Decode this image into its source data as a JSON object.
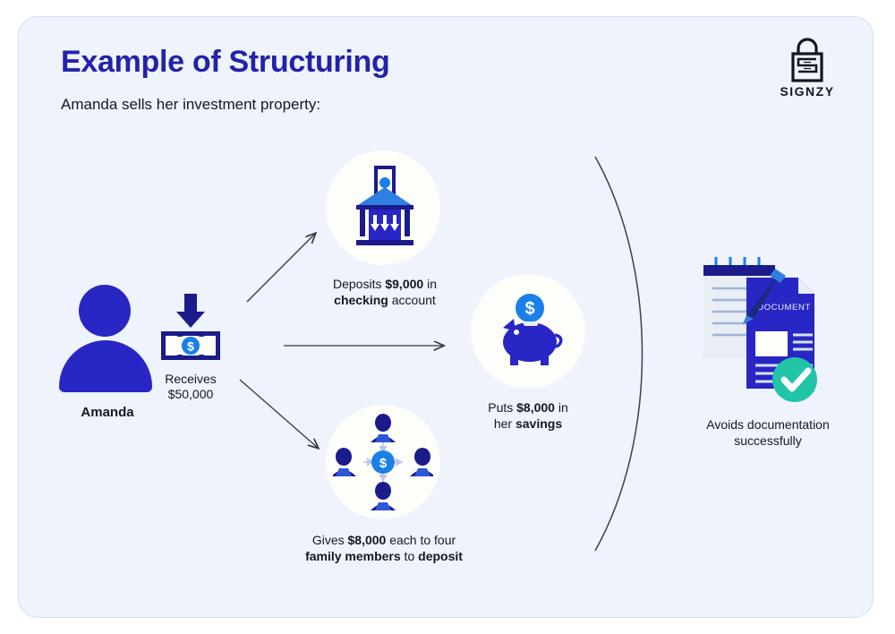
{
  "header": {
    "title": "Example of Structuring",
    "subtitle": "Amanda sells her investment property:",
    "title_color": "#2222aa",
    "brand": {
      "name": "SIGNZY",
      "icon": "padlock-maze-icon"
    }
  },
  "theme": {
    "card_background": "#eef3fc",
    "card_border": "#cfe0f5",
    "primary_blue": "#2826c4",
    "accent_blue": "#1a7fe8",
    "dark_navy": "#1b1b8c",
    "check_teal": "#22c4a8",
    "text_dark": "#15181f",
    "circle_fill": "#fdfdfa",
    "arrow_stroke": "#333a45"
  },
  "actor": {
    "name": "Amanda",
    "avatar_icon": "person-avatar-icon"
  },
  "receipt": {
    "icon": "banknote-dollar-icon",
    "arrow_icon": "arrow-down-icon",
    "line1": "Receives",
    "line2": "$50,000",
    "amount": "$50,000"
  },
  "steps": [
    {
      "id": "checking-deposit",
      "icon": "bank-deposit-icon",
      "caption_parts": [
        {
          "text": "Deposits ",
          "bold": false
        },
        {
          "text": "$9,000",
          "bold": true
        },
        {
          "text": " in",
          "bold": false
        },
        {
          "text": "\n",
          "bold": false
        },
        {
          "text": "checking",
          "bold": true
        },
        {
          "text": " account",
          "bold": false
        }
      ],
      "caption_plain": "Deposits $9,000 in checking account",
      "amount": "$9,000"
    },
    {
      "id": "savings-deposit",
      "icon": "piggy-bank-icon",
      "caption_parts": [
        {
          "text": "Puts ",
          "bold": false
        },
        {
          "text": "$8,000",
          "bold": true
        },
        {
          "text": " in",
          "bold": false
        },
        {
          "text": "\n",
          "bold": false
        },
        {
          "text": "her ",
          "bold": false
        },
        {
          "text": "savings",
          "bold": true
        }
      ],
      "caption_plain": "Puts $8,000 in her savings",
      "amount": "$8,000"
    },
    {
      "id": "family-deposit",
      "icon": "family-network-dollar-icon",
      "caption_parts": [
        {
          "text": "Gives ",
          "bold": false
        },
        {
          "text": "$8,000",
          "bold": true
        },
        {
          "text": " each to four",
          "bold": false
        },
        {
          "text": "\n",
          "bold": false
        },
        {
          "text": "family members",
          "bold": true
        },
        {
          "text": " to ",
          "bold": false
        },
        {
          "text": "deposit",
          "bold": true
        }
      ],
      "caption_plain": "Gives $8,000 each to four family members to deposit",
      "amount": "$8,000"
    }
  ],
  "outcome": {
    "id": "avoids-documentation",
    "icon": "document-check-icon",
    "document_label": "DOCUMENT",
    "line1": "Avoids documentation",
    "line2": "successfully",
    "caption_plain": "Avoids documentation successfully",
    "check_icon": "check-circle-icon"
  },
  "connectors": {
    "arrow_up_right": "arrow-to-checking",
    "arrow_right": "arrow-to-savings",
    "arrow_down_right": "arrow-to-family",
    "brace": "grouping-brace-arc"
  }
}
